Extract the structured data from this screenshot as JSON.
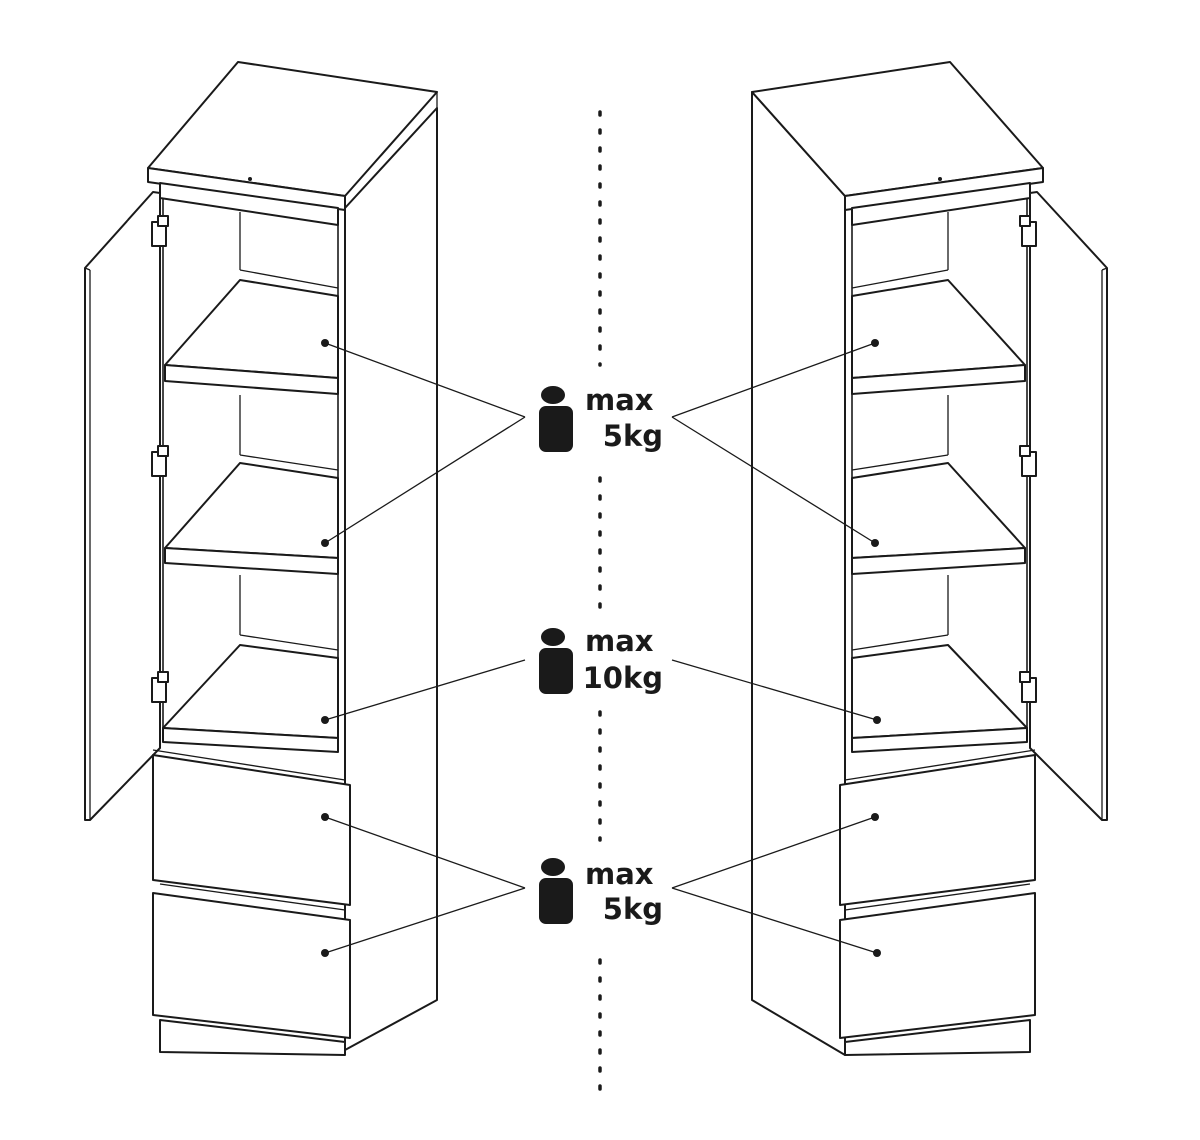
{
  "labels": {
    "top_max": "max",
    "top_weight": "5kg",
    "middle_max": "max",
    "middle_weight": "10kg",
    "bottom_max": "max",
    "bottom_weight": "5kg"
  },
  "icons": {
    "weight": "weight-icon"
  },
  "colors": {
    "line": "#1a1a1a",
    "background": "#ffffff"
  }
}
